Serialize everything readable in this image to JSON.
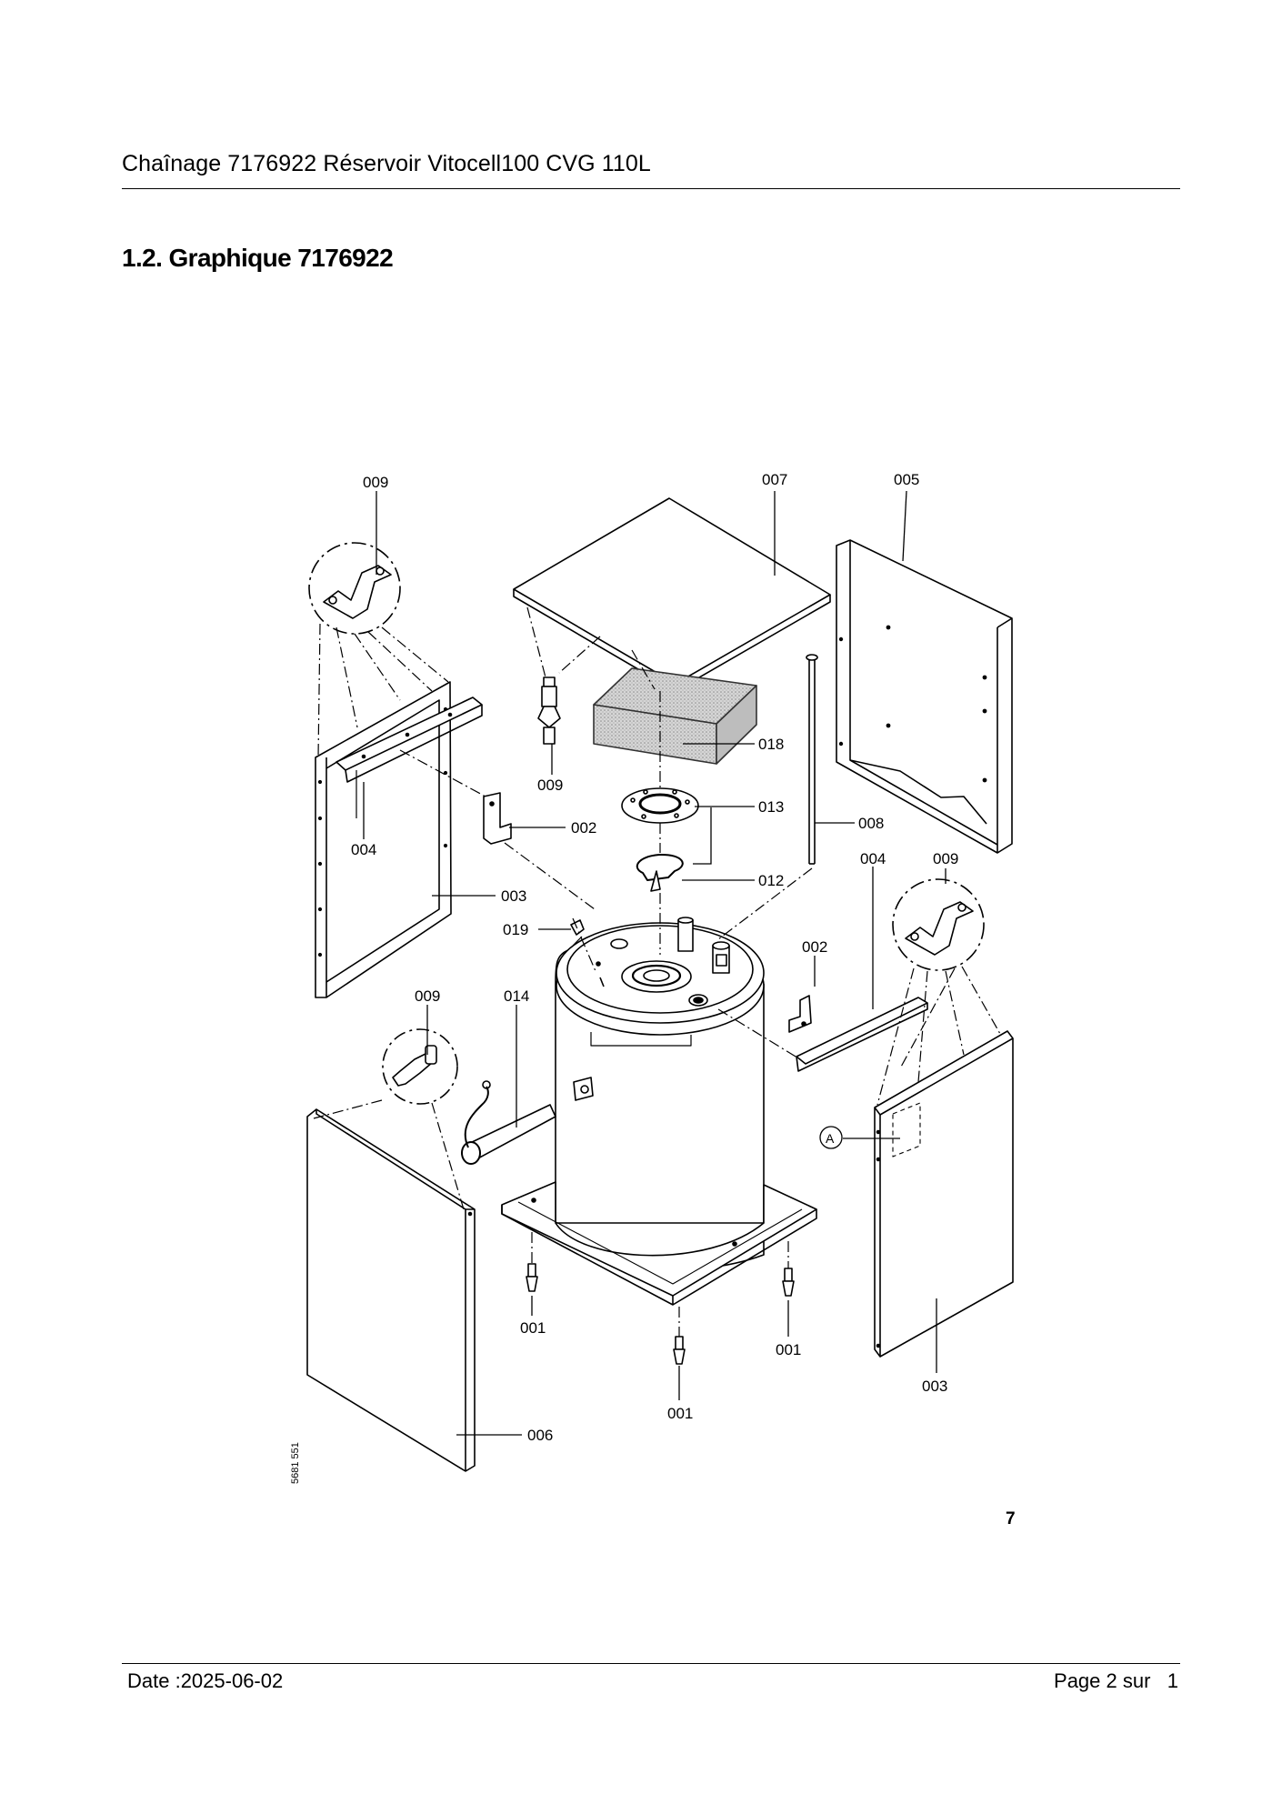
{
  "header": {
    "title": "Chaînage 7176922 Réservoir Vitocell100 CVG 110L"
  },
  "section": {
    "heading": "1.2. Graphique 7176922"
  },
  "drawing": {
    "callouts": {
      "c009_tl": "009",
      "c007": "007",
      "c005": "005",
      "c009_valve": "009",
      "c018": "018",
      "c013": "013",
      "c008": "008",
      "c004_l": "004",
      "c002_l": "002",
      "c004_r": "004",
      "c009_r": "009",
      "c003_l": "003",
      "c012": "012",
      "c019": "019",
      "c002_r": "002",
      "c009_bl": "009",
      "c014": "014",
      "c001_l": "001",
      "c001_r": "001",
      "c001_c": "001",
      "c003_r": "003",
      "c006": "006",
      "marker_a": "A"
    },
    "drawing_number": "5681 551",
    "page_marker": "7"
  },
  "footer": {
    "date": "Date :2025-06-02",
    "page": "Page 2 sur   1"
  }
}
